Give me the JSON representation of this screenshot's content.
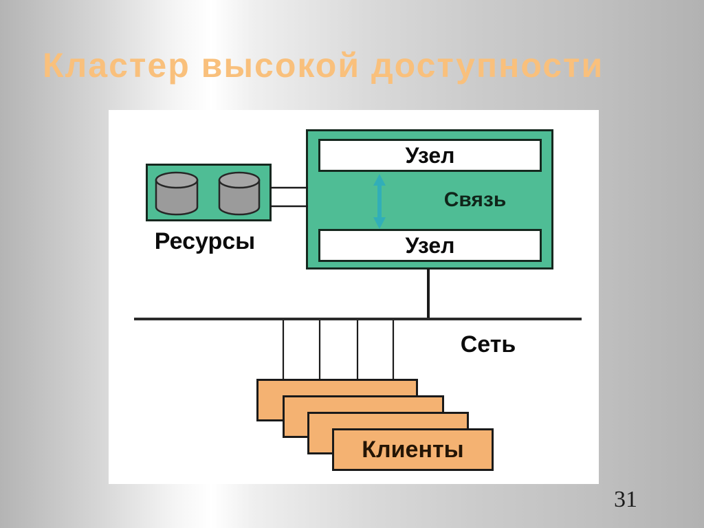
{
  "slide": {
    "title": "Кластер высокой доступности",
    "page_number": "31"
  },
  "diagram": {
    "resources_label": "Ресурсы",
    "node_top_label": "Узел",
    "node_bottom_label": "Узел",
    "link_label": "Связь",
    "network_label": "Сеть",
    "clients_label": "Клиенты",
    "resource_cylinder_count": 2,
    "client_box_count": 4
  },
  "colors": {
    "slide_title": "#f9c07c",
    "box_green": "#4fbd95",
    "box_orange": "#f4b272",
    "arrow_teal": "#31aeb8",
    "line_black": "#1a1a1a",
    "cylinder_gray": "#9b9b9b"
  }
}
